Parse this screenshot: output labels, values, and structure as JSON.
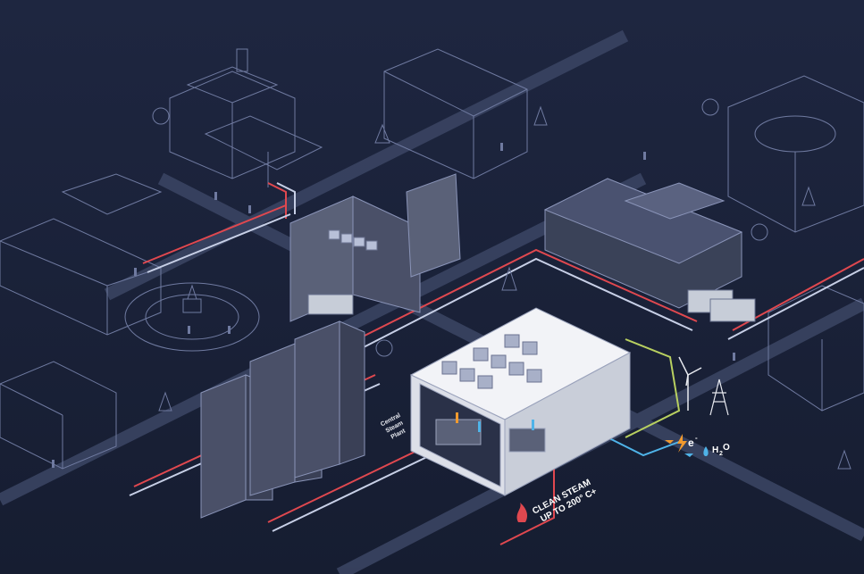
{
  "labels": {
    "plant_line1": "Central",
    "plant_line2": "Steam",
    "plant_line3": "Plant",
    "steam_line1": "CLEAN STEAM",
    "steam_line2": "UP TO 200° C+",
    "electricity_symbol": "e",
    "electricity_sup": "-",
    "water_symbol": "H",
    "water_sub": "2",
    "water_end": "O"
  },
  "colors": {
    "background": "#1a2238",
    "outline": "#8a94b8",
    "hot_pipe": "#e0484f",
    "cold_pipe": "#c7cfe6",
    "water_pipe": "#4fb3e8",
    "power_pipe": "#b8d060",
    "accent_orange": "#f29a2e",
    "plant_body": "#e8eaf0"
  },
  "icons": [
    "flame-icon",
    "lightning-icon",
    "water-drop-icon",
    "wind-turbine-icon",
    "power-pylon-icon",
    "tree-icon",
    "fountain-icon",
    "person-icon"
  ]
}
